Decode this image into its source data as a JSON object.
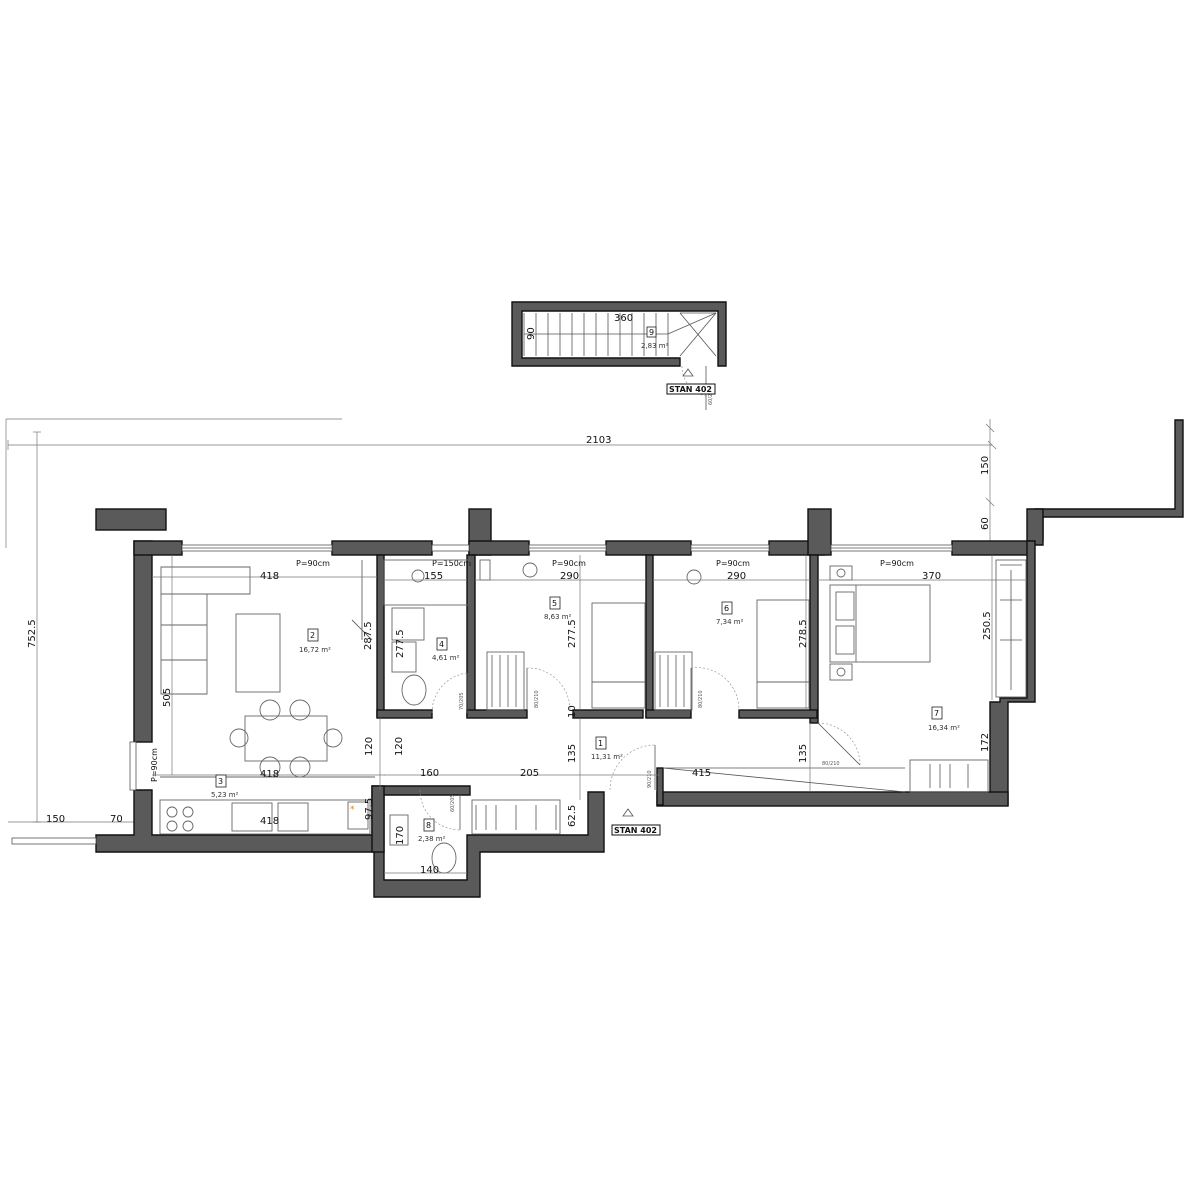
{
  "dimensions": {
    "overall_width": "2103",
    "overall_height": "752.5",
    "ext_150_left": "150",
    "ext_70": "70",
    "ext_150_right": "150",
    "ext_60": "60",
    "stair_w": "360",
    "stair_h": "90",
    "r2_w": "418",
    "r2_h": "505",
    "r2_287": "287.5",
    "r3_w1": "418",
    "r3_w2": "418",
    "r3_h": "120",
    "r4_w": "155",
    "r4_h": "277.5",
    "r5_w": "290",
    "r5_h": "277.5",
    "r6_w": "290",
    "r6_h": "278.5",
    "r7_w": "370",
    "r7_h": "250.5",
    "r7_172": "172",
    "hall_120": "120",
    "hall_160": "160",
    "hall_205": "205",
    "hall_135a": "135",
    "hall_135b": "135",
    "hall_415": "415",
    "hall_10": "10",
    "hall_975": "97.5",
    "hall_625": "62.5",
    "r8_w": "140",
    "r8_h": "170"
  },
  "rooms": [
    {
      "no": "1",
      "area": "11,31 m²"
    },
    {
      "no": "2",
      "area": "16,72 m²"
    },
    {
      "no": "3",
      "area": "5,23 m²"
    },
    {
      "no": "4",
      "area": "4,61 m²"
    },
    {
      "no": "5",
      "area": "8,63 m²"
    },
    {
      "no": "6",
      "area": "7,34 m²"
    },
    {
      "no": "7",
      "area": "16,34 m²"
    },
    {
      "no": "8",
      "area": "2,38 m²"
    },
    {
      "no": "9",
      "area": "2,83 m²"
    }
  ],
  "window_labels": {
    "w2": "P=90cm",
    "w4": "P=150cm",
    "w5": "P=90cm",
    "w6": "P=90cm",
    "w7": "P=90cm",
    "w3": "P=90cm"
  },
  "stan_labels": {
    "top": "STAN 402",
    "bottom": "STAN 402"
  },
  "door_labels": {
    "d9": "60/205",
    "d4": "70/205",
    "d5": "80/210",
    "d6": "80/210",
    "d7": "80/210",
    "d8": "60/205",
    "d1": "90/210"
  }
}
